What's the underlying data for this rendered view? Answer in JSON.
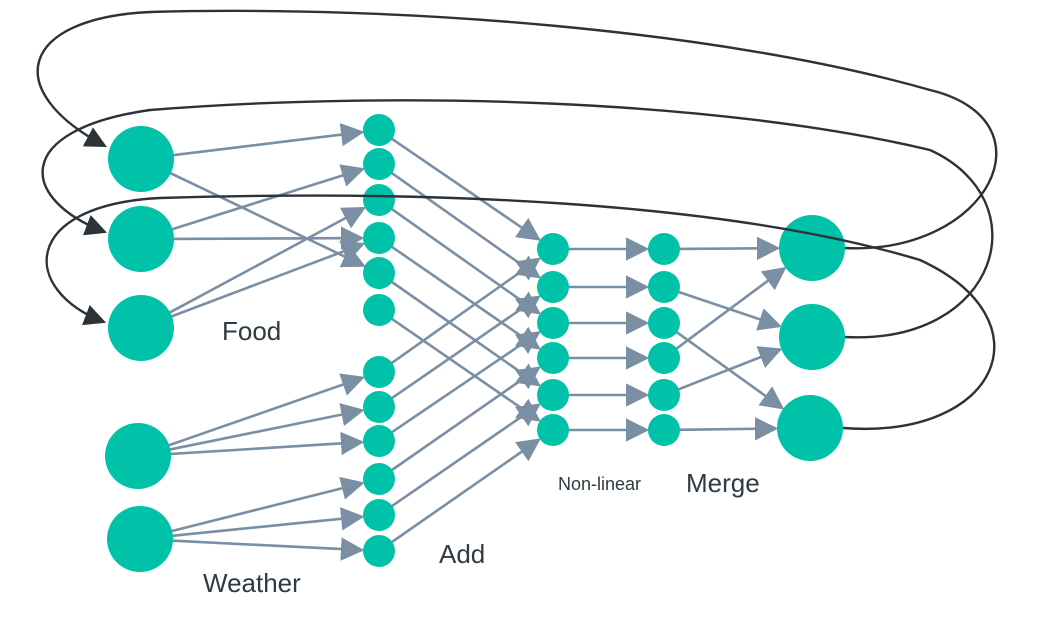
{
  "labels": {
    "food": "Food",
    "weather": "Weather",
    "add": "Add",
    "non_linear": "Non-linear",
    "merge": "Merge"
  },
  "colors": {
    "node": "#00c2a8",
    "forward_arrow": "#7a8fa3",
    "recurrent_arrow": "#2b3238",
    "text": "#2f3a42"
  },
  "structure": {
    "food_inputs": 3,
    "weather_inputs": 2,
    "add_layer_nodes": 12,
    "nonlinear_nodes": 6,
    "merge_nodes": 6,
    "outputs": 3
  }
}
